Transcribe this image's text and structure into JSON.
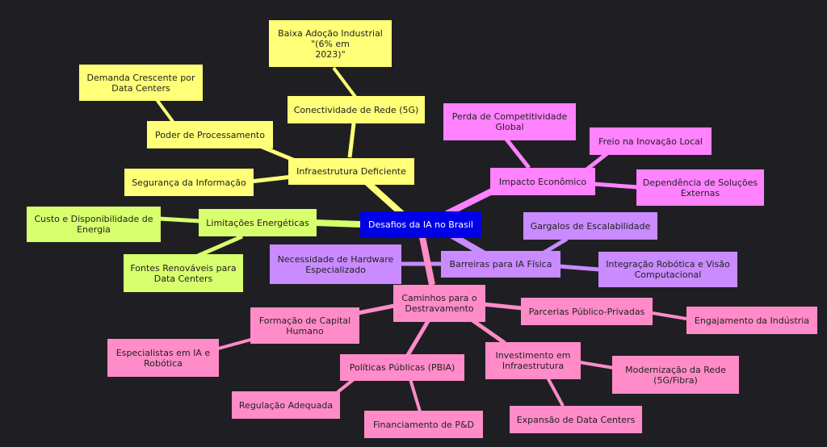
{
  "colors": {
    "background": "#1f1f23",
    "root": "#0000e6",
    "infra": "#ffff78",
    "energy": "#d7ff6e",
    "economic": "#ff82ff",
    "physical": "#c98bff",
    "paths": "#ff8cc8"
  },
  "nodes": {
    "root": "Desafios da IA no Brasil",
    "infra": "Infraestrutura Deficiente",
    "baixa_adocao": "Baixa Adoção Industrial\n\"(6% em\n2023)\"",
    "conectividade": "Conectividade de Rede (5G)",
    "demanda": "Demanda Crescente por\nData Centers",
    "processamento": "Poder de Processamento",
    "seguranca": "Segurança da Informação",
    "energia": "Limitações Energéticas",
    "custo_energia": "Custo e Disponibilidade de\nEnergia",
    "renovaveis": "Fontes Renováveis para\nData Centers",
    "impacto": "Impacto Econômico",
    "competitividade": "Perda de Competitividade\nGlobal",
    "freio": "Freio na Inovação Local",
    "dependencia": "Dependência de Soluções\nExternas",
    "barreiras": "Barreiras para IA Física",
    "gargalos": "Gargalos de Escalabilidade",
    "hardware": "Necessidade de Hardware\nEspecializado",
    "integracao": "Integração Robótica e Visão\nComputacional",
    "caminhos": "Caminhos para o\nDestravamento",
    "capital": "Formação de Capital\nHumano",
    "especialistas": "Especialistas em IA e\nRobótica",
    "parcerias": "Parcerias Público-Privadas",
    "engajamento": "Engajamento da Indústria",
    "investimento": "Investimento em\nInfraestrutura",
    "modernizacao": "Modernização da Rede\n(5G/Fibra)",
    "expansao": "Expansão de Data Centers",
    "politicas": "Políticas Públicas (PBIA)",
    "regulacao": "Regulação Adequada",
    "financiamento": "Financiamento de P&D"
  }
}
